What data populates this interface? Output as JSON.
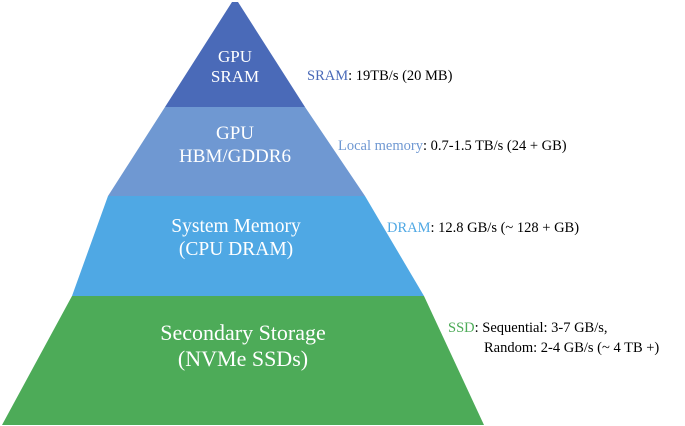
{
  "colors": {
    "sram": "#4a6ab8",
    "hbm": "#6f98d2",
    "dram": "#4fa8e4",
    "ssd": "#4dab58"
  },
  "tiers": [
    {
      "line1": "GPU",
      "line2": "SRAM"
    },
    {
      "line1": "GPU",
      "line2": "HBM/GDDR6"
    },
    {
      "line1": "System Memory",
      "line2": "(CPU DRAM)"
    },
    {
      "line1": "Secondary Storage",
      "line2": "(NVMe SSDs)"
    }
  ],
  "annotations": [
    {
      "key": "SRAM",
      "text": ": 19TB/s (20 MB)"
    },
    {
      "key": "Local memory",
      "text": ": 0.7-1.5 TB/s (24 + GB)"
    },
    {
      "key": "DRAM",
      "text": ": 12.8 GB/s (~ 128 + GB)"
    },
    {
      "key": "SSD",
      "text": ": Sequential: 3-7 GB/s,",
      "text2": "Random: 2-4 GB/s (~ 4 TB +)"
    }
  ]
}
